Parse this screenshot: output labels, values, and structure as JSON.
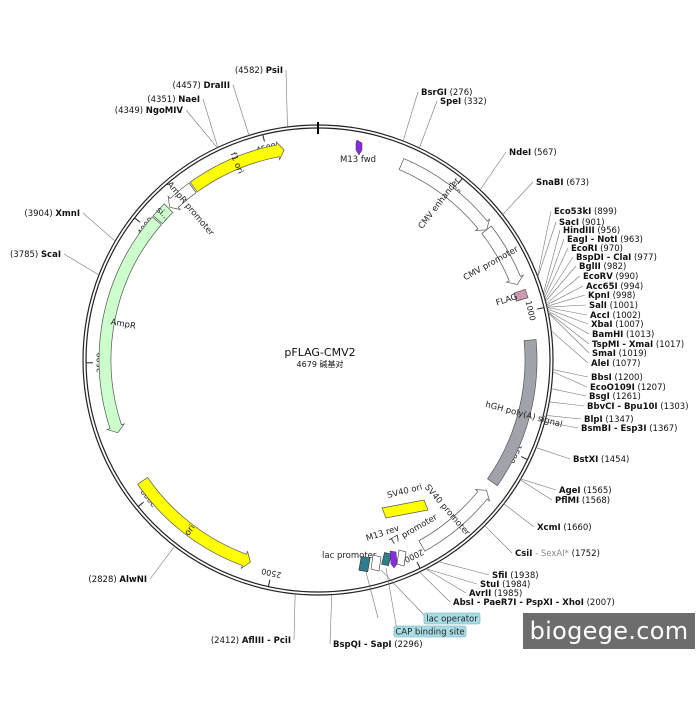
{
  "plasmid": {
    "name": "pFLAG-CMV2",
    "length_text": "4679 碱基对",
    "length": 4679
  },
  "colors": {
    "backbone": "#222222",
    "f1_ori": "#ffff00",
    "ori": "#ffff00",
    "sv40_ori": "#ffff00",
    "ampr": "#ccffcc",
    "promoter": "#ffffff",
    "polya": "#a0a4aa",
    "flag": "#cc9ab0",
    "m13_fwd": "#8a2be2",
    "lac_operator_box": "#a8dde6",
    "cap_box": "#a8dde6",
    "lac_operator_marker": "#2e7c8c",
    "cap_marker": "#2e7c8c",
    "label_line": "#777777"
  },
  "ticks": [
    {
      "label": "500",
      "pos": 500
    },
    {
      "label": "1000",
      "pos": 1000
    },
    {
      "label": "1500",
      "pos": 1500
    },
    {
      "label": "2000",
      "pos": 2000
    },
    {
      "label": "2500",
      "pos": 2500
    },
    {
      "label": "3000",
      "pos": 3000
    },
    {
      "label": "3500",
      "pos": 3500
    },
    {
      "label": "4000",
      "pos": 4000
    },
    {
      "label": "4500",
      "pos": 4500
    }
  ],
  "features": [
    {
      "label": "f1 ori",
      "start": 4215,
      "end": 4560,
      "kind": "arrow",
      "dir": 1,
      "color": "f1_ori"
    },
    {
      "label": "AmpR promoter",
      "start": 4105,
      "end": 4210,
      "kind": "arrow",
      "dir": -1,
      "color": "promoter"
    },
    {
      "label": "si...",
      "start": 4045,
      "end": 4100,
      "kind": "box",
      "color": "ampr"
    },
    {
      "label": "AmpR",
      "start": 3250,
      "end": 4040,
      "kind": "arrow",
      "dir": -1,
      "color": "ampr"
    },
    {
      "label": "ori",
      "start": 2580,
      "end": 3060,
      "kind": "arrow",
      "dir": -1,
      "color": "ori"
    },
    {
      "label": "CMV enhancer",
      "start": 300,
      "end": 680,
      "kind": "arrow",
      "dir": 1,
      "color": "promoter"
    },
    {
      "label": "CMV promoter",
      "start": 680,
      "end": 900,
      "kind": "arrow",
      "dir": 1,
      "color": "promoter"
    },
    {
      "label": "FLAG",
      "start": 925,
      "end": 955,
      "kind": "box",
      "color": "flag"
    },
    {
      "label": "hGH poly(A) signal",
      "start": 1100,
      "end": 1625,
      "kind": "box",
      "color": "polya"
    },
    {
      "label": "SV40 promoter",
      "start": 1660,
      "end": 1960,
      "kind": "arrow",
      "dir": -1,
      "color": "promoter"
    }
  ],
  "inner_features": [
    {
      "label": "M13 fwd"
    },
    {
      "label": "SV40 ori"
    },
    {
      "label": "T7 promoter"
    },
    {
      "label": "M13 rev"
    },
    {
      "label": "lac promoter"
    }
  ],
  "callouts": [
    {
      "label": "lac operator"
    },
    {
      "label": "CAP binding site"
    }
  ],
  "sites": [
    {
      "name": "PsiI",
      "pos": "(4582)",
      "at": 4582,
      "side": "left"
    },
    {
      "name": "DraIII",
      "pos": "(4457)",
      "at": 4457,
      "side": "left"
    },
    {
      "name": "NaeI",
      "pos": "(4351)",
      "at": 4351,
      "side": "left"
    },
    {
      "name": "NgoMIV",
      "pos": "(4349)",
      "at": 4349,
      "side": "left"
    },
    {
      "name": "XmnI",
      "pos": "(3904)",
      "at": 3904,
      "side": "left"
    },
    {
      "name": "ScaI",
      "pos": "(3785)",
      "at": 3785,
      "side": "left"
    },
    {
      "name": "AlwNI",
      "pos": "(2828)",
      "at": 2828,
      "side": "left"
    },
    {
      "name": "AflIII - PciI",
      "pos": "(2412)",
      "at": 2412,
      "side": "left"
    },
    {
      "name": "BsrGI",
      "pos": "(276)",
      "at": 276,
      "side": "right"
    },
    {
      "name": "SpeI",
      "pos": "(332)",
      "at": 332,
      "side": "right"
    },
    {
      "name": "NdeI",
      "pos": "(567)",
      "at": 567,
      "side": "right"
    },
    {
      "name": "SnaBI",
      "pos": "(673)",
      "at": 673,
      "side": "right"
    },
    {
      "name": "Eco53kI",
      "pos": "(899)",
      "at": 899,
      "side": "right"
    },
    {
      "name": "SacI",
      "pos": "(901)",
      "at": 901,
      "side": "right"
    },
    {
      "name": "HindIII",
      "pos": "(956)",
      "at": 956,
      "side": "right"
    },
    {
      "name": "EagI - NotI",
      "pos": "(963)",
      "at": 963,
      "side": "right"
    },
    {
      "name": "EcoRI",
      "pos": "(970)",
      "at": 970,
      "side": "right"
    },
    {
      "name": "BspDI - ClaI",
      "pos": "(977)",
      "at": 977,
      "side": "right"
    },
    {
      "name": "BglII",
      "pos": "(982)",
      "at": 982,
      "side": "right"
    },
    {
      "name": "EcoRV",
      "pos": "(990)",
      "at": 990,
      "side": "right"
    },
    {
      "name": "Acc65I",
      "pos": "(994)",
      "at": 994,
      "side": "right"
    },
    {
      "name": "KpnI",
      "pos": "(998)",
      "at": 998,
      "side": "right"
    },
    {
      "name": "SalI",
      "pos": "(1001)",
      "at": 1001,
      "side": "right"
    },
    {
      "name": "AccI",
      "pos": "(1002)",
      "at": 1002,
      "side": "right"
    },
    {
      "name": "XbaI",
      "pos": "(1007)",
      "at": 1007,
      "side": "right"
    },
    {
      "name": "BamHI",
      "pos": "(1013)",
      "at": 1013,
      "side": "right"
    },
    {
      "name": "TspMI - XmaI",
      "pos": "(1017)",
      "at": 1017,
      "side": "right"
    },
    {
      "name": "SmaI",
      "pos": "(1019)",
      "at": 1019,
      "side": "right"
    },
    {
      "name": "AleI",
      "pos": "(1077)",
      "at": 1077,
      "side": "right"
    },
    {
      "name": "BbsI",
      "pos": "(1200)",
      "at": 1200,
      "side": "right"
    },
    {
      "name": "EcoO109I",
      "pos": "(1207)",
      "at": 1207,
      "side": "right"
    },
    {
      "name": "BsgI",
      "pos": "(1261)",
      "at": 1261,
      "side": "right"
    },
    {
      "name": "BbvCI - Bpu10I",
      "pos": "(1303)",
      "at": 1303,
      "side": "right"
    },
    {
      "name": "BlpI",
      "pos": "(1347)",
      "at": 1347,
      "side": "right"
    },
    {
      "name": "BsmBI - Esp3I",
      "pos": "(1367)",
      "at": 1367,
      "side": "right"
    },
    {
      "name": "BstXI",
      "pos": "(1454)",
      "at": 1454,
      "side": "right"
    },
    {
      "name": "AgeI",
      "pos": "(1565)",
      "at": 1565,
      "side": "right"
    },
    {
      "name": "PflMI",
      "pos": "(1568)",
      "at": 1568,
      "side": "right"
    },
    {
      "name": "XcmI",
      "pos": "(1660)",
      "at": 1660,
      "side": "right"
    },
    {
      "name": "CsiI",
      "pos": "(1752)",
      "at": 1752,
      "side": "right",
      "extra": "SexAI*"
    },
    {
      "name": "SfiI",
      "pos": "(1938)",
      "at": 1938,
      "side": "right"
    },
    {
      "name": "StuI",
      "pos": "(1984)",
      "at": 1984,
      "side": "right"
    },
    {
      "name": "AvrII",
      "pos": "(1985)",
      "at": 1985,
      "side": "right"
    },
    {
      "name": "AbsI - PaeR7I - PspXI - XhoI",
      "pos": "(2007)",
      "at": 2007,
      "side": "right"
    },
    {
      "name": "BspQI - SapI",
      "pos": "(2296)",
      "at": 2296,
      "side": "right"
    }
  ],
  "watermark": "biogege.com"
}
